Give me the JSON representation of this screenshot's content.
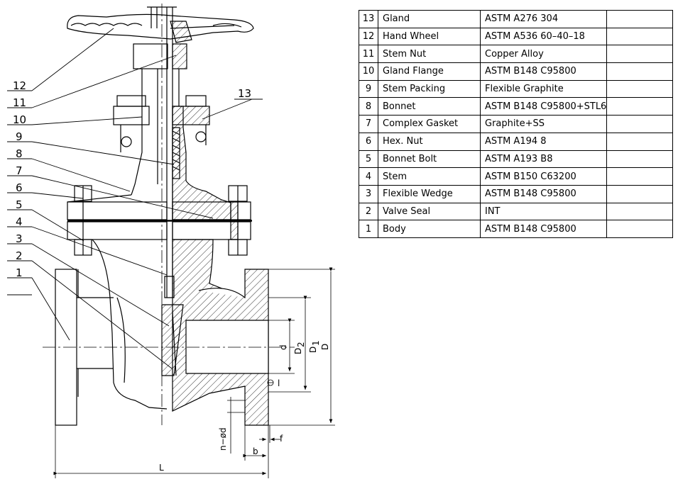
{
  "parts_table": {
    "rows": [
      {
        "no": "13",
        "name": "Gland",
        "material": "ASTM  A276  304"
      },
      {
        "no": "12",
        "name": "Hand  Wheel",
        "material": "ASTM  A536  60–40–18"
      },
      {
        "no": "11",
        "name": "Stem  Nut",
        "material": "Copper  Alloy"
      },
      {
        "no": "10",
        "name": "Gland  Flange",
        "material": "ASTM  B148  C95800"
      },
      {
        "no": "9",
        "name": "Stem  Packing",
        "material": "Flexible  Graphite"
      },
      {
        "no": "8",
        "name": "Bonnet",
        "material": "ASTM  B148  C95800+STL6"
      },
      {
        "no": "7",
        "name": "Complex  Gasket",
        "material": "Graphite+SS"
      },
      {
        "no": "6",
        "name": "Hex.  Nut",
        "material": "ASTM  A194  8"
      },
      {
        "no": "5",
        "name": "Bonnet  Bolt",
        "material": "ASTM  A193  B8"
      },
      {
        "no": "4",
        "name": "Stem",
        "material": "ASTM  B150  C63200"
      },
      {
        "no": "3",
        "name": "Flexible  Wedge",
        "material": "ASTM  B148  C95800"
      },
      {
        "no": "2",
        "name": "Valve  Seal",
        "material": "INT"
      },
      {
        "no": "1",
        "name": "Body",
        "material": "ASTM  B148  C95800"
      }
    ]
  },
  "callouts": {
    "c12": "12",
    "c11": "11",
    "c10": "10",
    "c9": "9",
    "c8": "8",
    "c7": "7",
    "c6": "6",
    "c5": "5",
    "c4": "4",
    "c3": "3",
    "c2": "2",
    "c1": "1",
    "c13": "13"
  },
  "dimensions": {
    "d": "d",
    "D2": "D",
    "D2_sub": "2",
    "D1": "D",
    "D1_sub": "1",
    "D": "D",
    "l": "l",
    "nd": "n−ød",
    "f": "f",
    "b": "b",
    "L": "L"
  },
  "colors": {
    "line": "#000000",
    "background": "#ffffff"
  }
}
